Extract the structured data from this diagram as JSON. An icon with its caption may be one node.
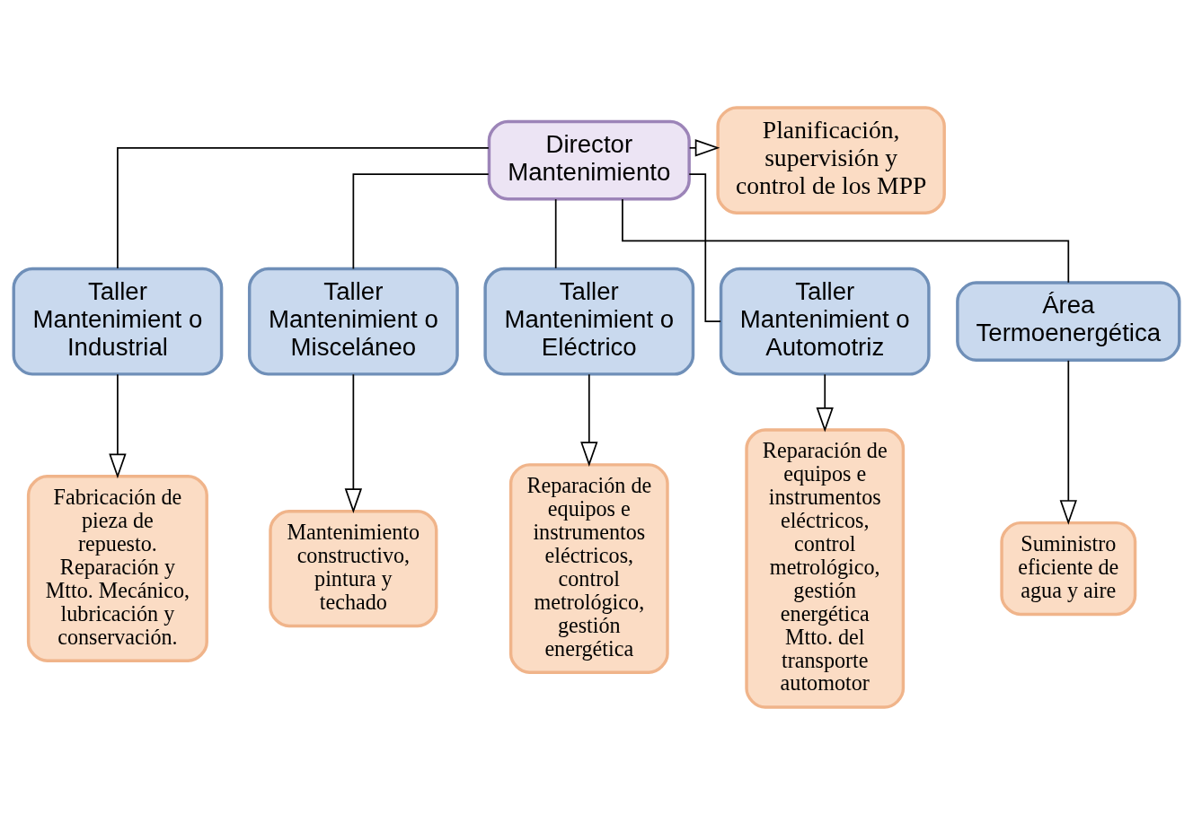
{
  "diagram": {
    "nodes": [
      {
        "text": [
          "Director Mantenimiento"
        ]
      },
      {
        "text": [
          "Planificación, supervisión y control de los MPP"
        ]
      },
      {
        "text": [
          "Taller Mantenimient o Industrial"
        ]
      },
      {
        "text": [
          "Taller Mantenimient o Misceláneo"
        ]
      },
      {
        "text": [
          "Taller Mantenimient o Eléctrico"
        ]
      },
      {
        "text": [
          "Taller Mantenimient o Automotriz"
        ]
      },
      {
        "text": [
          "Área Termoenergética"
        ]
      },
      {
        "text": [
          "Fabricación de pieza de repuesto. Reparación y Mtto. Mecánico, lubricación y conservación."
        ]
      },
      {
        "text": [
          "Mantenimiento constructivo, pintura y techado"
        ]
      },
      {
        "text": [
          "Reparación de equipos e instrumentos eléctricos, control metrológico, gestión energética"
        ]
      },
      {
        "text": [
          "Reparación de equipos e instrumentos eléctricos, control metrológico, gestión energética",
          "Mtto. del transporte automotor"
        ]
      },
      {
        "text": [
          "Suministro eficiente de agua y aire"
        ]
      }
    ],
    "edges": [
      {
        "from": 0,
        "to": 1,
        "arrow": "to"
      },
      {
        "from": 0,
        "to": 2,
        "arrow": "none"
      },
      {
        "from": 0,
        "to": 3,
        "arrow": "none"
      },
      {
        "from": 0,
        "to": 4,
        "arrow": "none"
      },
      {
        "from": 0,
        "to": 5,
        "arrow": "none"
      },
      {
        "from": 0,
        "to": 6,
        "arrow": "none"
      },
      {
        "from": 2,
        "to": 7,
        "arrow": "to"
      },
      {
        "from": 3,
        "to": 8,
        "arrow": "to"
      },
      {
        "from": 4,
        "to": 9,
        "arrow": "to"
      },
      {
        "from": 5,
        "to": 10,
        "arrow": "to"
      },
      {
        "from": 6,
        "to": 11,
        "arrow": "to"
      }
    ]
  }
}
